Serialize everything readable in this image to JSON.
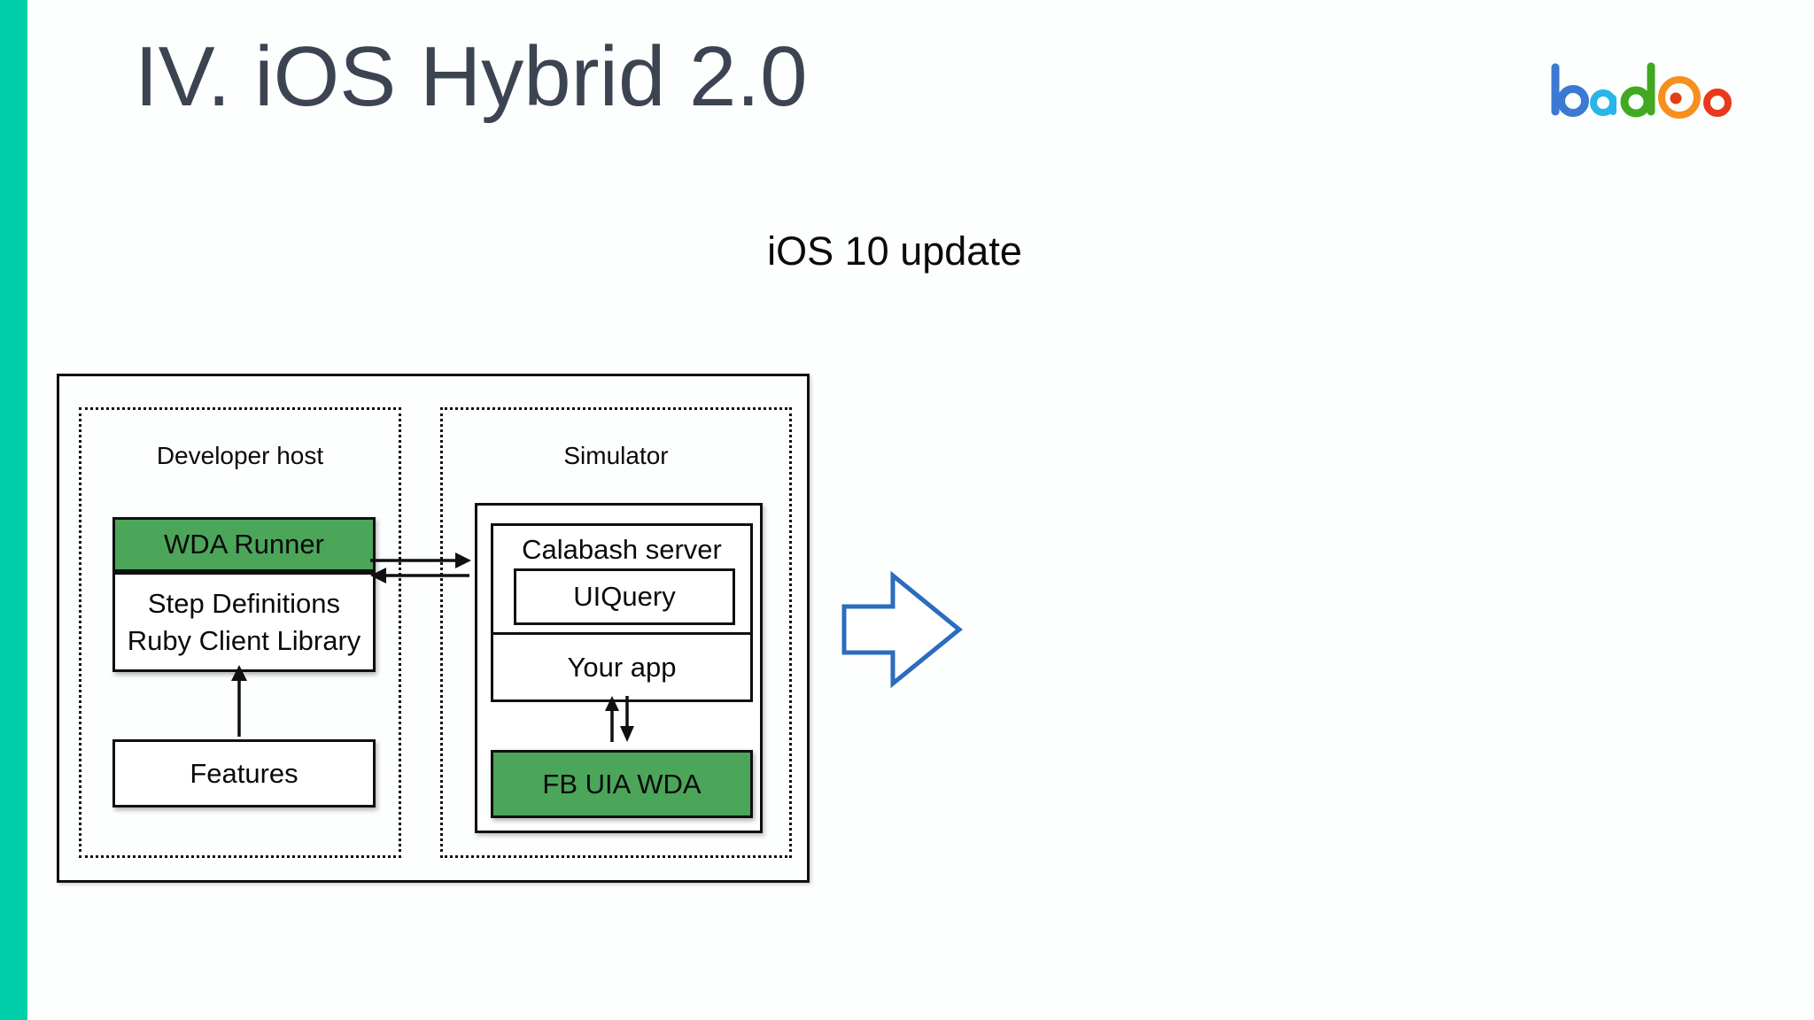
{
  "slide": {
    "title": "IV. iOS Hybrid 2.0",
    "subtitle": "iOS 10 update"
  },
  "logo": {
    "text": "badoo"
  },
  "diagram": {
    "developer_host": {
      "label": "Developer host",
      "wda_runner": "WDA Runner",
      "step_definitions_line1": "Step Definitions",
      "step_definitions_line2": "Ruby Client Library",
      "features": "Features"
    },
    "simulator": {
      "label": "Simulator",
      "calabash_server": "Calabash server",
      "uiquery": "UIQuery",
      "your_app": "Your app",
      "fb_uia_wda": "FB UIA WDA"
    },
    "arrows": {
      "wda_to_simulator": "right",
      "simulator_to_wda": "left",
      "features_to_step_definitions": "up",
      "your_app_fb_wda": "bidirectional"
    }
  },
  "colors": {
    "accent_teal": "#00d0aa",
    "box_green": "#4ba65a",
    "arrow_blue": "#2b6cbe",
    "title_gray": "#3c4452",
    "logo_blue": "#3b79d3",
    "logo_cyan": "#29b5e8",
    "logo_green": "#41a821",
    "logo_orange": "#f78f1e",
    "logo_red": "#e8391c"
  }
}
